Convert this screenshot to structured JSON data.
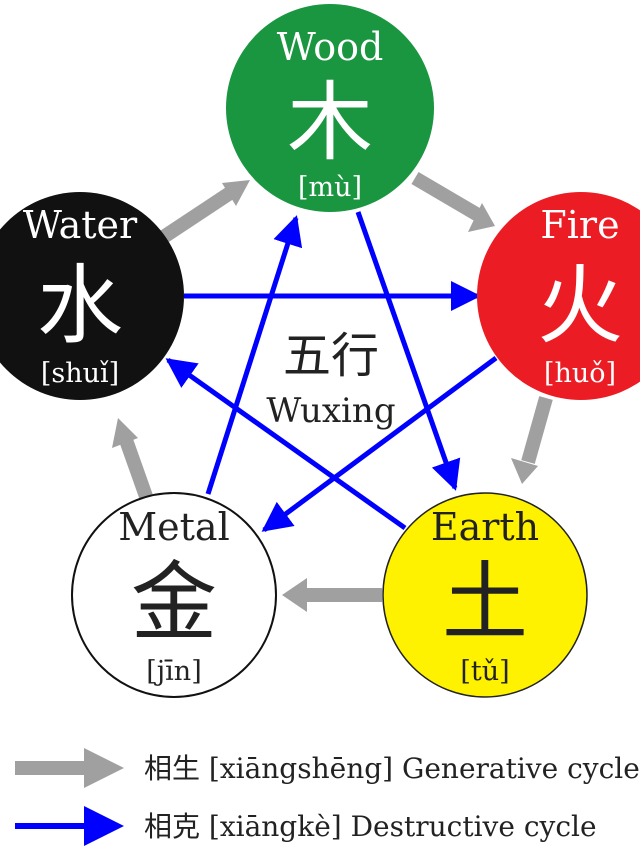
{
  "center": {
    "hanzi": "五行",
    "latin": "Wuxing"
  },
  "elements": {
    "wood": {
      "name": "Wood",
      "char": "木",
      "pinyin": "[mù]",
      "fill": "#1a9641",
      "text_color": "#ffffff"
    },
    "fire": {
      "name": "Fire",
      "char": "火",
      "pinyin": "[huǒ]",
      "fill": "#ec1c24",
      "text_color": "#ffffff"
    },
    "earth": {
      "name": "Earth",
      "char": "土",
      "pinyin": "[tǔ]",
      "fill": "#fff200",
      "text_color": "#222222"
    },
    "metal": {
      "name": "Metal",
      "char": "金",
      "pinyin": "[jīn]",
      "fill": "#ffffff",
      "text_color": "#222222"
    },
    "water": {
      "name": "Water",
      "char": "水",
      "pinyin": "[shuǐ]",
      "fill": "#111111",
      "text_color": "#ffffff"
    }
  },
  "cycles": {
    "generative": {
      "color": "#a0a0a0",
      "sequence": [
        "wood",
        "fire",
        "earth",
        "metal",
        "water"
      ]
    },
    "destructive": {
      "color": "#0000ff",
      "sequence": [
        "wood",
        "earth",
        "water",
        "fire",
        "metal"
      ]
    }
  },
  "legend": {
    "generative_label": "相生 [xiāngshēng] Generative cycle",
    "destructive_label": "相克 [xiāngkè] Destructive cycle"
  }
}
